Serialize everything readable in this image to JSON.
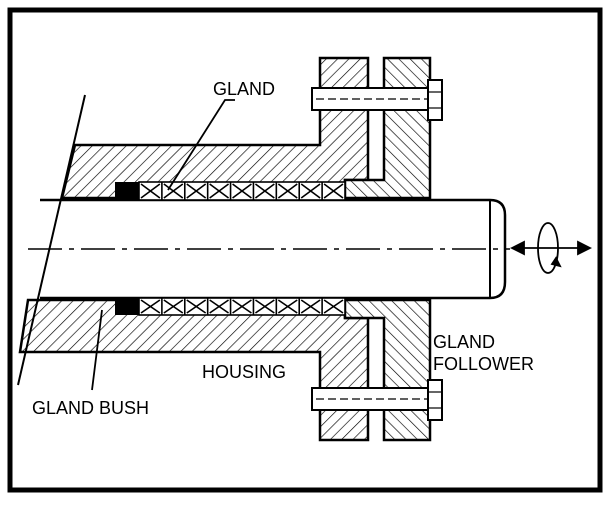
{
  "labels": {
    "gland": "GLAND",
    "housing": "HOUSING",
    "gland_bush": "GLAND BUSH",
    "gland_follower_line1": "GLAND",
    "gland_follower_line2": "FOLLOWER"
  },
  "colors": {
    "ink": "#000000",
    "paper": "#ffffff"
  }
}
